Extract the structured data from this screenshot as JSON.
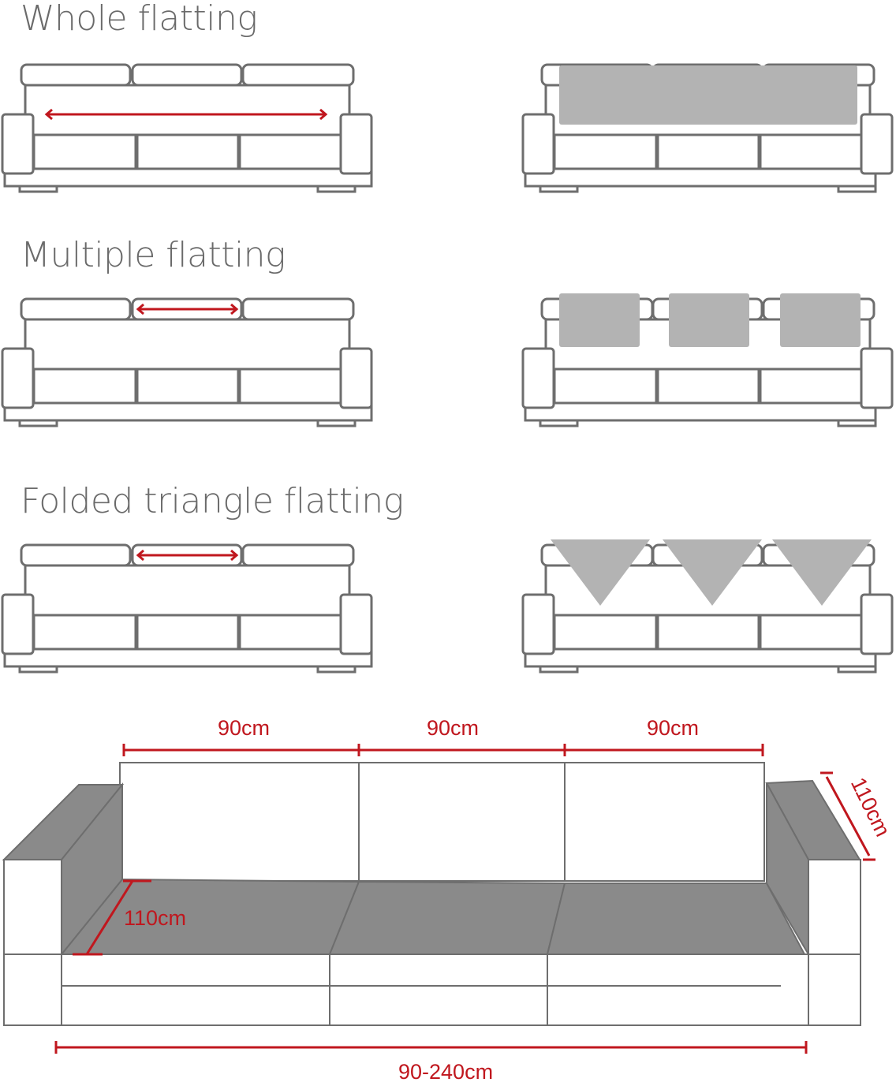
{
  "sections": [
    {
      "title": "Whole flatting"
    },
    {
      "title": "Multiple flatting"
    },
    {
      "title": "Folded triangle flatting"
    }
  ],
  "dimensions": {
    "seat_width_1": "90cm",
    "seat_width_2": "90cm",
    "seat_width_3": "90cm",
    "armrest_depth": "110cm",
    "seat_depth": "110cm",
    "total_length": "90-240cm"
  },
  "colors": {
    "outline": "#6e6e6e",
    "cover_fill": "#b3b3b3",
    "seat_fill": "#8a8a8a",
    "dimension_red": "#c0171e"
  }
}
